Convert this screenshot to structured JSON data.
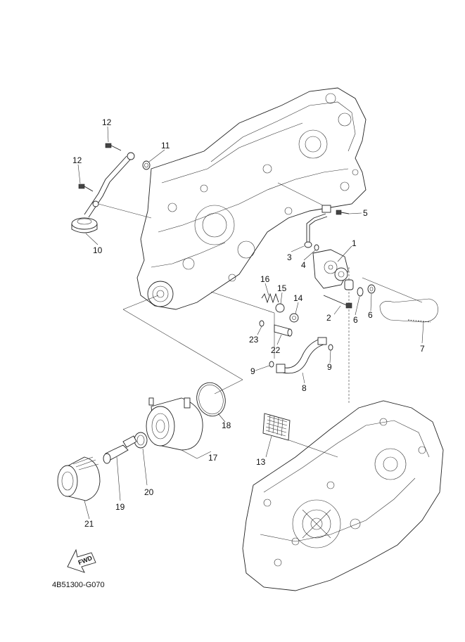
{
  "diagram_code": "4B51300-G070",
  "fwd_label": "FWD",
  "part_labels": {
    "p1": "1",
    "p2": "2",
    "p3": "3",
    "p4": "4",
    "p5": "5",
    "p6a": "6",
    "p6b": "6",
    "p7": "7",
    "p8": "8",
    "p9a": "9",
    "p9b": "9",
    "p10": "10",
    "p11": "11",
    "p12a": "12",
    "p12b": "12",
    "p13": "13",
    "p14": "14",
    "p15": "15",
    "p16": "16",
    "p17": "17",
    "p18": "18",
    "p19": "19",
    "p20": "20",
    "p21": "21",
    "p22": "22",
    "p23": "23"
  }
}
